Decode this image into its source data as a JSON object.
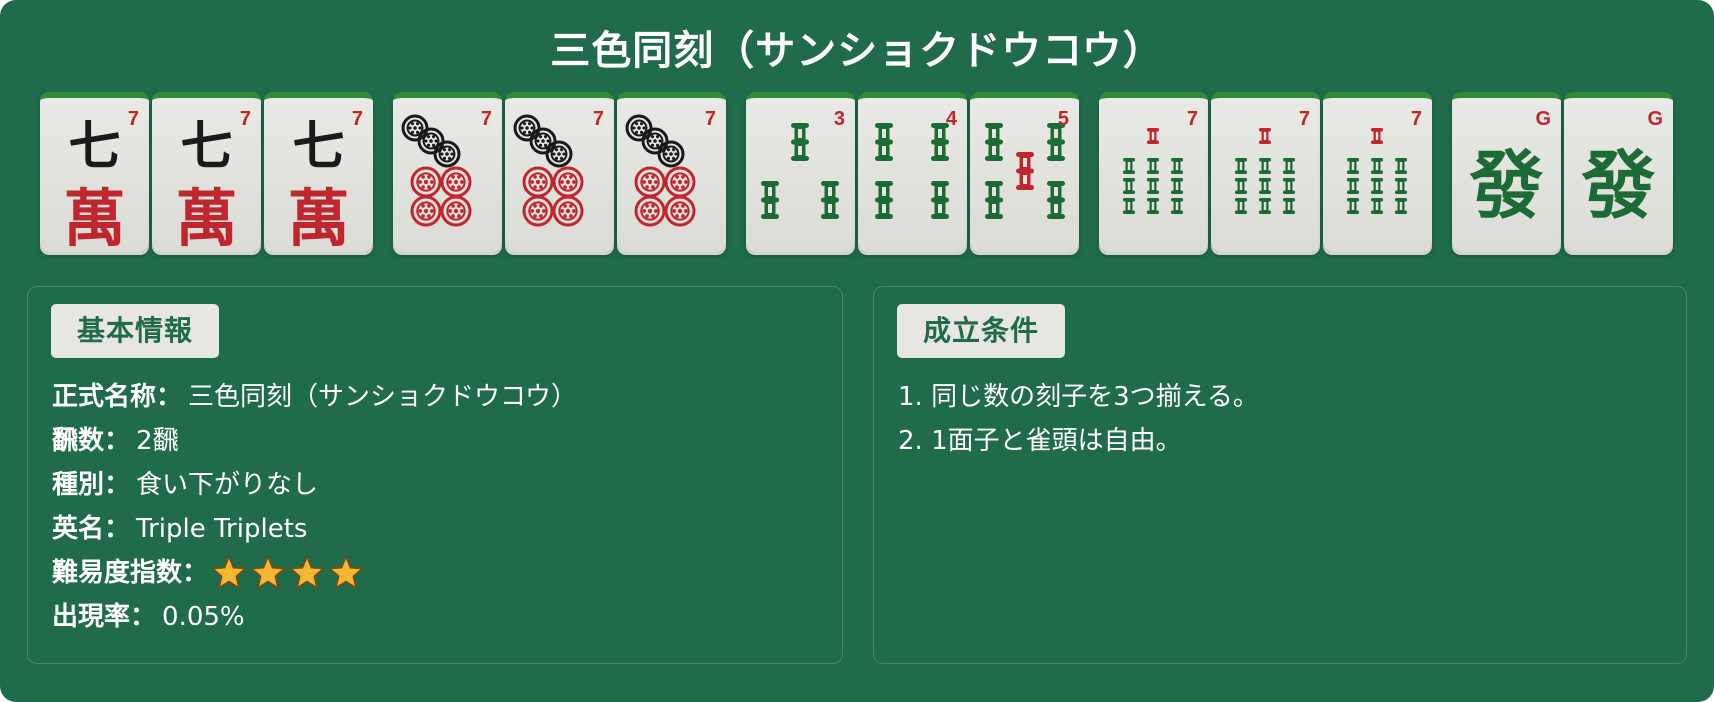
{
  "title": "三色同刻（サンショクドウコウ）",
  "tiles": [
    {
      "suit": "man",
      "rank": 7,
      "corner": "7",
      "glyph_top": "七",
      "glyph_bottom": "萬"
    },
    {
      "suit": "man",
      "rank": 7,
      "corner": "7",
      "glyph_top": "七",
      "glyph_bottom": "萬"
    },
    {
      "suit": "man",
      "rank": 7,
      "corner": "7",
      "glyph_top": "七",
      "glyph_bottom": "萬"
    },
    {
      "suit": "pin",
      "rank": 7,
      "corner": "7"
    },
    {
      "suit": "pin",
      "rank": 7,
      "corner": "7"
    },
    {
      "suit": "pin",
      "rank": 7,
      "corner": "7"
    },
    {
      "suit": "sou",
      "rank": 3,
      "corner": "3"
    },
    {
      "suit": "sou",
      "rank": 4,
      "corner": "4"
    },
    {
      "suit": "sou",
      "rank": 5,
      "corner": "5"
    },
    {
      "suit": "sou",
      "rank": 7,
      "corner": "7"
    },
    {
      "suit": "sou",
      "rank": 7,
      "corner": "7"
    },
    {
      "suit": "sou",
      "rank": 7,
      "corner": "7"
    },
    {
      "suit": "honor",
      "rank": "G",
      "corner": "G",
      "glyph": "發"
    },
    {
      "suit": "honor",
      "rank": "G",
      "corner": "G",
      "glyph": "發"
    }
  ],
  "colors": {
    "background": "#206b4a",
    "tile_red": "#c0262d",
    "tile_green": "#1c6b35",
    "tile_black": "#1a1a1a",
    "star": "#f4b731"
  },
  "basic_info": {
    "heading": "基本情報",
    "rows": [
      {
        "label": "正式名称",
        "sep": "：",
        "value": "三色同刻（サンショクドウコウ）"
      },
      {
        "label": "飜数",
        "sep": "：",
        "value": "2飜"
      },
      {
        "label": "種別",
        "sep": "：",
        "value": "食い下がりなし"
      },
      {
        "label": "英名",
        "sep": "：",
        "value": "Triple Triplets"
      },
      {
        "label": "難易度指数",
        "sep": "：",
        "value": "",
        "stars": 4
      },
      {
        "label": "出現率",
        "sep": "：",
        "value": "0.05%"
      }
    ]
  },
  "conditions": {
    "heading": "成立条件",
    "items": [
      "1. 同じ数の刻子を3つ揃える。",
      "2. 1面子と雀頭は自由。"
    ]
  }
}
